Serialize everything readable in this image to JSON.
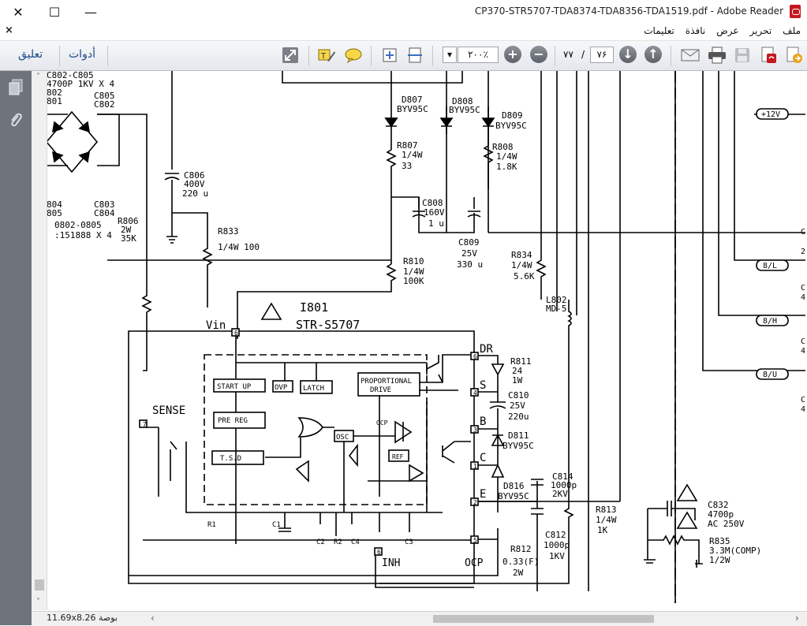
{
  "window": {
    "title": "CP370-STR5707-TDA8374-TDA8356-TDA1519.pdf - Adobe Reader",
    "close_glyph": "✕",
    "maximize_glyph": "☐",
    "minimize_glyph": "—"
  },
  "menu": {
    "close_glyph": "×",
    "items": [
      "ملف",
      "تحرير",
      "عرض",
      "نافذة",
      "تعليمات"
    ]
  },
  "toolbar": {
    "comment_label": "تعليق",
    "tools_label": "أدوات",
    "zoom_value": "۲۰۰٪",
    "page_current": "۷۶",
    "page_separator": "/",
    "page_total": "۷۷"
  },
  "status": {
    "page_size": "11.69x8.26 بوصة"
  },
  "schematic": {
    "top_block": [
      "C802-C805",
      "4700P 1KV X 4",
      "802",
      "801",
      "C805",
      "C802"
    ],
    "bottom_block": [
      "804",
      "805",
      "C803",
      "C804",
      "0802-0805",
      ":151888 X 4"
    ],
    "parts": {
      "C806": [
        "C806",
        "400V",
        "220 u"
      ],
      "R806": [
        "R806",
        "2W",
        "35K"
      ],
      "R833": [
        "R833",
        "1/4W 100"
      ],
      "D807": [
        "D807",
        "BYV95C"
      ],
      "D808": [
        "D808",
        "BYV95C"
      ],
      "D809": [
        "D809",
        "BYV95C"
      ],
      "R807": [
        "R807",
        "1/4W",
        "33"
      ],
      "R808": [
        "R808",
        "1/4W",
        "1.8K"
      ],
      "C808": [
        "C808",
        "160V",
        "1 u"
      ],
      "C809": [
        "C809",
        "25V",
        "330 u"
      ],
      "R810": [
        "R810",
        "1/4W",
        "100K"
      ],
      "R834": [
        "R834",
        "1/4W",
        "5.6K"
      ],
      "L802": [
        "L802",
        "MD-5"
      ],
      "R811": [
        "R811",
        "24",
        "1W"
      ],
      "C810": [
        "C810",
        "25V",
        "220u"
      ],
      "D811": [
        "D811",
        "BYV95C"
      ],
      "D816": [
        "D816",
        "BYV95C"
      ],
      "C814": [
        "C814",
        "1000p",
        "2KV"
      ],
      "C812": [
        "C812",
        "1000p",
        "1KV"
      ],
      "R812": [
        "R812",
        "0.33(F)",
        "2W"
      ],
      "R813": [
        "R813",
        "1/4W",
        "1K"
      ],
      "C832": [
        "C832",
        "4700p",
        "AC 250V"
      ],
      "R835": [
        "R835",
        "3.3M(COMP)",
        "1/2W"
      ]
    },
    "ic": {
      "ref": "I801",
      "type": "STR-S5707",
      "vin": "Vin",
      "sense": "SENSE",
      "inh": "INH",
      "ocp": "OCP",
      "pins": [
        "DR",
        "S",
        "B",
        "C",
        "E"
      ],
      "pin_numbers": [
        "1",
        "2",
        "3",
        "4",
        "5",
        "6",
        "7"
      ],
      "blocks": [
        "START UP",
        "OVP",
        "LATCH",
        "PROPORTIONAL",
        "DRIVE",
        "PRE REG",
        "T.S.D",
        "OSC",
        "REF",
        "OCP"
      ],
      "internal": [
        "R1",
        "C1",
        "C2",
        "R2",
        "C4",
        "C3"
      ]
    },
    "rails": [
      "+12V",
      "8/L",
      "8/H",
      "8/U"
    ],
    "right_edge": [
      "C",
      "2",
      "C",
      "4",
      "C",
      "4",
      "C",
      "4"
    ]
  }
}
